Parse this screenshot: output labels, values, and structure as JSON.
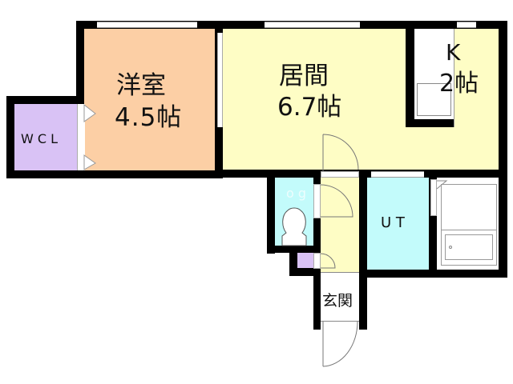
{
  "floor_plan": {
    "rooms": [
      {
        "id": "western",
        "name": "洋室",
        "size": "4.5帖",
        "color": "#FCCFA5"
      },
      {
        "id": "living",
        "name": "居間",
        "size": "6.7帖",
        "color": "#FEFDC5"
      },
      {
        "id": "kitchen",
        "name": "K",
        "size": "2帖",
        "color": "#FEFDC5"
      },
      {
        "id": "wcl",
        "name": "WCL",
        "label": "W C L",
        "color": "#D9C2F5"
      },
      {
        "id": "ut",
        "name": "UT",
        "label": "U T",
        "color": "#C3FBFB"
      },
      {
        "id": "entrance",
        "name": "玄関",
        "color": "#FFFFFF"
      },
      {
        "id": "toilet",
        "name": "toilet",
        "color": "#C3FBFB"
      },
      {
        "id": "bath",
        "name": "bath",
        "color": "#FFFFFF"
      },
      {
        "id": "hall",
        "name": "hall",
        "color": "#FEFDC5"
      },
      {
        "id": "storage",
        "name": "storage",
        "color": "#D9C2F5"
      }
    ],
    "colors": {
      "wall": "#000000",
      "line": "#888888"
    }
  }
}
